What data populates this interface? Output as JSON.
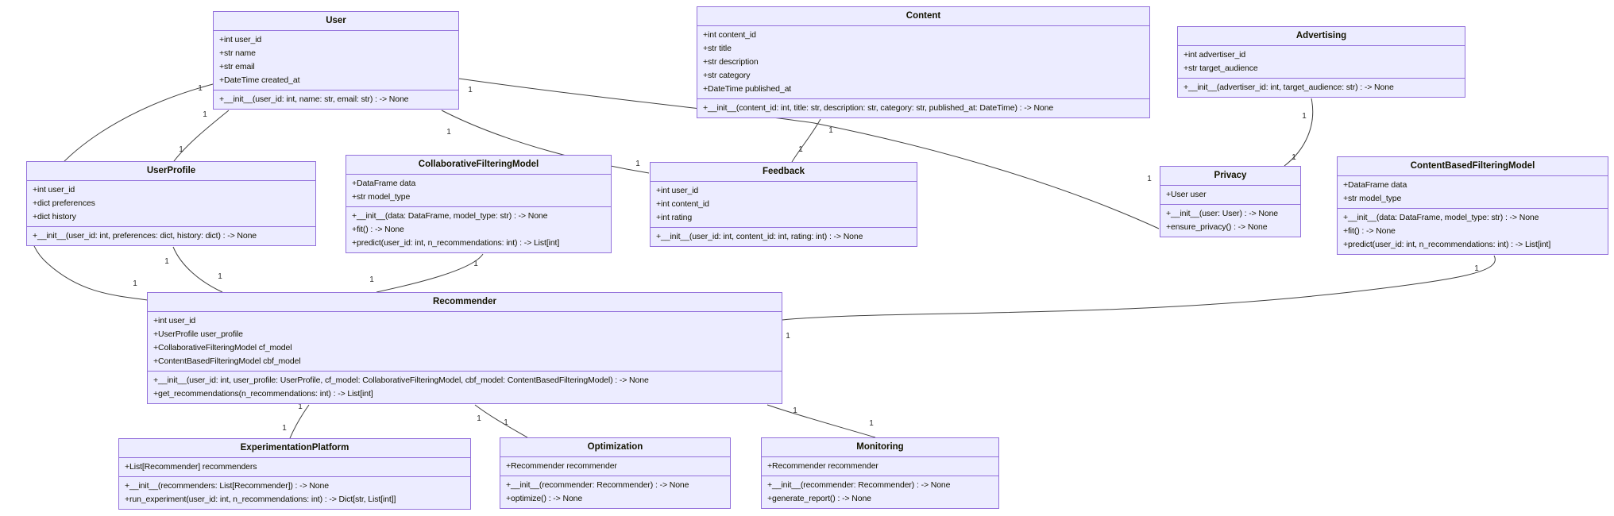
{
  "diagram": {
    "classes": [
      {
        "id": "user",
        "name": "User",
        "attributes": [
          "+int user_id",
          "+str name",
          "+str email",
          "+DateTime created_at"
        ],
        "methods": [
          "+__init__(user_id: int, name: str, email: str) : -> None"
        ]
      },
      {
        "id": "content",
        "name": "Content",
        "attributes": [
          "+int content_id",
          "+str title",
          "+str description",
          "+str category",
          "+DateTime published_at"
        ],
        "methods": [
          "+__init__(content_id: int, title: str, description: str, category: str, published_at: DateTime) : -> None"
        ]
      },
      {
        "id": "advertising",
        "name": "Advertising",
        "attributes": [
          "+int advertiser_id",
          "+str target_audience"
        ],
        "methods": [
          "+__init__(advertiser_id: int, target_audience: str) : -> None"
        ]
      },
      {
        "id": "userprofile",
        "name": "UserProfile",
        "attributes": [
          "+int user_id",
          "+dict preferences",
          "+dict history"
        ],
        "methods": [
          "+__init__(user_id: int, preferences: dict, history: dict) : -> None"
        ]
      },
      {
        "id": "cfm",
        "name": "CollaborativeFilteringModel",
        "attributes": [
          "+DataFrame data",
          "+str model_type"
        ],
        "methods": [
          "+__init__(data: DataFrame, model_type: str) : -> None",
          "+fit() : -> None",
          "+predict(user_id: int, n_recommendations: int) : -> List[int]"
        ]
      },
      {
        "id": "feedback",
        "name": "Feedback",
        "attributes": [
          "+int user_id",
          "+int content_id",
          "+int rating"
        ],
        "methods": [
          "+__init__(user_id: int, content_id: int, rating: int) : -> None"
        ]
      },
      {
        "id": "privacy",
        "name": "Privacy",
        "attributes": [
          "+User user"
        ],
        "methods": [
          "+__init__(user: User) : -> None",
          "+ensure_privacy() : -> None"
        ]
      },
      {
        "id": "cbfm",
        "name": "ContentBasedFilteringModel",
        "attributes": [
          "+DataFrame data",
          "+str model_type"
        ],
        "methods": [
          "+__init__(data: DataFrame, model_type: str) : -> None",
          "+fit() : -> None",
          "+predict(user_id: int, n_recommendations: int) : -> List[int]"
        ]
      },
      {
        "id": "recommender",
        "name": "Recommender",
        "attributes": [
          "+int user_id",
          "+UserProfile user_profile",
          "+CollaborativeFilteringModel cf_model",
          "+ContentBasedFilteringModel cbf_model"
        ],
        "methods": [
          "+__init__(user_id: int, user_profile: UserProfile, cf_model: CollaborativeFilteringModel, cbf_model: ContentBasedFilteringModel) : -> None",
          "+get_recommendations(n_recommendations: int) : -> List[int]"
        ]
      },
      {
        "id": "experimentation",
        "name": "ExperimentationPlatform",
        "attributes": [
          "+List[Recommender] recommenders"
        ],
        "methods": [
          "+__init__(recommenders: List[Recommender]) : -> None",
          "+run_experiment(user_id: int, n_recommendations: int) : -> Dict[str, List[int]]"
        ]
      },
      {
        "id": "optimization",
        "name": "Optimization",
        "attributes": [
          "+Recommender recommender"
        ],
        "methods": [
          "+__init__(recommender: Recommender) : -> None",
          "+optimize() : -> None"
        ]
      },
      {
        "id": "monitoring",
        "name": "Monitoring",
        "attributes": [
          "+Recommender recommender"
        ],
        "methods": [
          "+__init__(recommender: Recommender) : -> None",
          "+generate_report() : -> None"
        ]
      }
    ],
    "relationships": [
      {
        "from": "User",
        "to": "UserProfile",
        "from_card": "1",
        "to_card": "1"
      },
      {
        "from": "User",
        "to": "Feedback",
        "from_card": "1",
        "to_card": "1"
      },
      {
        "from": "User",
        "to": "Privacy",
        "from_card": "1",
        "to_card": "1"
      },
      {
        "from": "User",
        "to": "Recommender",
        "from_card": "1",
        "to_card": "1"
      },
      {
        "from": "Content",
        "to": "Feedback",
        "from_card": "1",
        "to_card": "1"
      },
      {
        "from": "Advertising",
        "to": "Privacy",
        "from_card": "1",
        "to_card": "1"
      },
      {
        "from": "UserProfile",
        "to": "Recommender",
        "from_card": "1",
        "to_card": "1"
      },
      {
        "from": "CollaborativeFilteringModel",
        "to": "Recommender",
        "from_card": "1",
        "to_card": "1"
      },
      {
        "from": "ContentBasedFilteringModel",
        "to": "Recommender",
        "from_card": "1",
        "to_card": "1"
      },
      {
        "from": "Recommender",
        "to": "ExperimentationPlatform",
        "from_card": "1",
        "to_card": "1"
      },
      {
        "from": "Recommender",
        "to": "Optimization",
        "from_card": "1",
        "to_card": "1"
      },
      {
        "from": "Recommender",
        "to": "Monitoring",
        "from_card": "1",
        "to_card": "1"
      }
    ]
  },
  "colors": {
    "node_fill": "#ECECFF",
    "node_border": "#9370DB",
    "edge": "#404040",
    "text": "#131300"
  }
}
